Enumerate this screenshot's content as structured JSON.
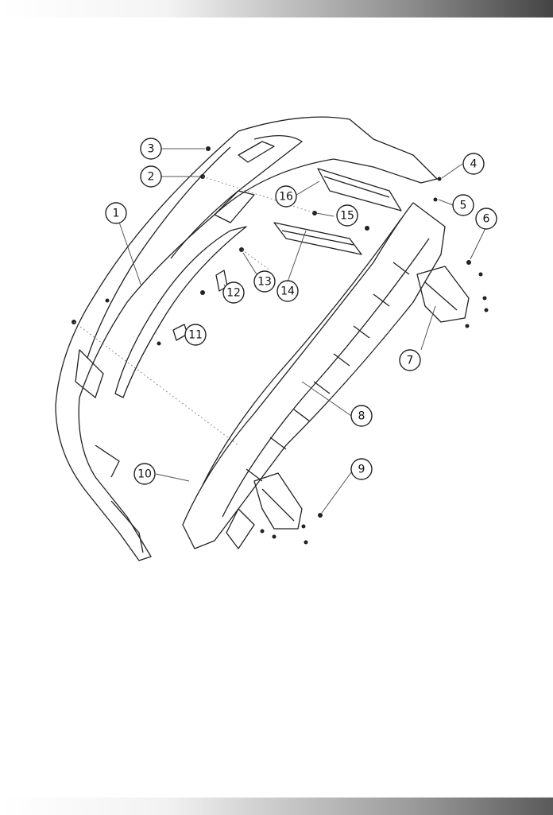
{
  "colors": {
    "line": "#222222",
    "part_fill": "#ffffff",
    "leader": "#555555"
  },
  "callouts": [
    {
      "label": "1"
    },
    {
      "label": "2"
    },
    {
      "label": "3"
    },
    {
      "label": "4"
    },
    {
      "label": "5"
    },
    {
      "label": "6"
    },
    {
      "label": "7"
    },
    {
      "label": "8"
    },
    {
      "label": "9"
    },
    {
      "label": "10"
    },
    {
      "label": "11"
    },
    {
      "label": "12"
    },
    {
      "label": "13"
    },
    {
      "label": "14"
    },
    {
      "label": "15"
    },
    {
      "label": "16"
    }
  ]
}
